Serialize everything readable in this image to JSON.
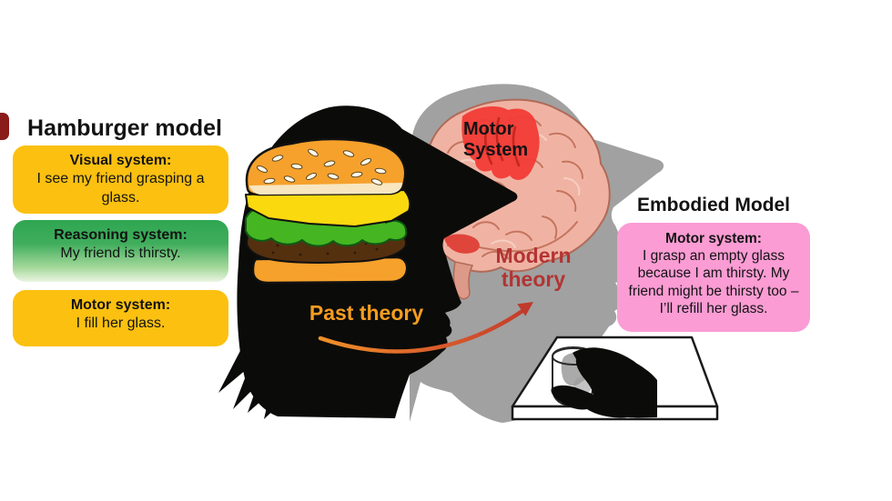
{
  "left_panel": {
    "heading": "Hamburger model",
    "boxes": [
      {
        "title": "Visual system:",
        "body": "I see my friend grasping a glass."
      },
      {
        "title": "Reasoning system:",
        "body": "My friend is thirsty."
      },
      {
        "title": "Motor system:",
        "body": "I fill her glass."
      }
    ]
  },
  "center": {
    "past_theory_label": "Past theory",
    "modern_theory_line1": "Modern",
    "modern_theory_line2": "theory",
    "motor_system_line1": "Motor",
    "motor_system_line2": "System"
  },
  "right_panel": {
    "heading": "Embodied Model",
    "box": {
      "title": "Motor system:",
      "body": "I grasp an empty glass because I am thirsty. My friend might be thirsty too – I’ll refill her glass."
    }
  },
  "colors": {
    "box_yellow": "#FCC010",
    "box_green_top": "#2FA651",
    "box_green_bottom": "#EAF5E2",
    "box_pink": "#FB9CD4",
    "past_theory_text": "#F59D1E",
    "modern_theory_text": "#B23434",
    "arrow_start": "#F09228",
    "arrow_end": "#C0392B",
    "silhouette_black": "#0B0B09",
    "silhouette_gray": "#A1A1A1",
    "brain_base": "#F0B3A3",
    "brain_lines": "#C5755F",
    "brain_red_patch": "#F23B36",
    "bun_orange": "#F6A12C",
    "cheese_yellow": "#FBD90F",
    "lettuce_green": "#45B621",
    "tomato_red": "#E33B2E",
    "patty_brown": "#54300F"
  },
  "icons": {
    "head_black": "black-head-silhouette",
    "head_gray": "gray-capped-head-silhouette",
    "brain": "brain-illustration",
    "hamburger": "hamburger-icon",
    "hand": "grasping-hand-silhouette",
    "glass": "drinking-glass",
    "table": "table-surface",
    "arrow": "past-to-modern-arrow"
  }
}
